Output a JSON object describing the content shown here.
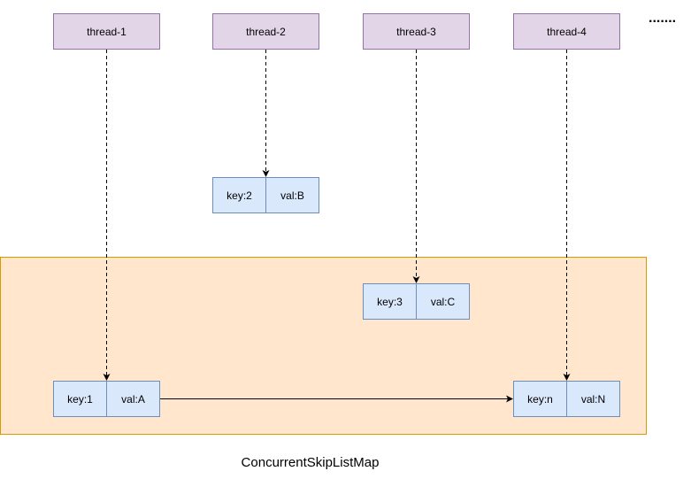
{
  "threads": [
    {
      "label": "thread-1"
    },
    {
      "label": "thread-2"
    },
    {
      "label": "thread-3"
    },
    {
      "label": "thread-4"
    }
  ],
  "more_indicator": ".......",
  "nodes": {
    "b": {
      "key": "key:2",
      "val": "val:B"
    },
    "c": {
      "key": "key:3",
      "val": "val:C"
    },
    "a": {
      "key": "key:1",
      "val": "val:A"
    },
    "n": {
      "key": "key:n",
      "val": "val:N"
    }
  },
  "caption": "ConcurrentSkipListMap",
  "colors": {
    "thread_fill": "#e1d5e7",
    "thread_border": "#9673a6",
    "node_fill": "#dae8fc",
    "node_border": "#6c8ebf",
    "map_fill": "#ffe6cc",
    "map_border": "#d79b00"
  }
}
